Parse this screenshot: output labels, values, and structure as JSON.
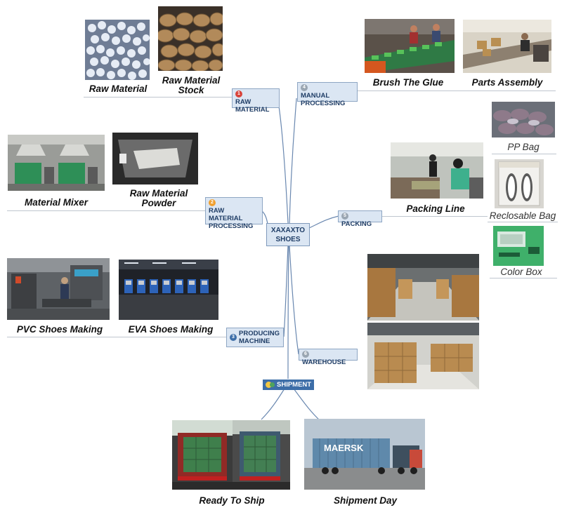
{
  "root": {
    "line1": "XAXAXTO",
    "line2": "SHOES"
  },
  "branches": {
    "raw_material": {
      "num": "1",
      "line1": "RAW",
      "line2": "MATERIAL",
      "color": "#d9443b"
    },
    "manual_processing": {
      "num": "4",
      "line1": "MANUAL",
      "line2": "PROCESSING",
      "color": "#9aa6b2"
    },
    "raw_material_processing": {
      "num": "2",
      "line1": "RAW",
      "line2": "MATERIAL",
      "line3": "PROCESSING",
      "color": "#f0a030"
    },
    "packing": {
      "num": "5",
      "label": "PACKING",
      "color": "#9aa6b2"
    },
    "producing_machine": {
      "num": "3",
      "line1": "PRODUCING",
      "line2": "MACHINE",
      "color": "#3d6ea8"
    },
    "warehouse": {
      "num": "6",
      "label": "WAREHOUSE",
      "color": "#9aa6b2"
    },
    "shipment": {
      "label": "SHIPMENT"
    }
  },
  "captions": {
    "raw_material": "Raw Material",
    "raw_material_stock_1": "Raw Material",
    "raw_material_stock_2": "Stock",
    "brush_the_glue": "Brush The Glue",
    "parts_assembly": "Parts Assembly",
    "material_mixer": "Material Mixer",
    "raw_material_powder_1": "Raw Material",
    "raw_material_powder_2": "Powder",
    "packing_line": "Packing Line",
    "pp_bag": "PP Bag",
    "reclosable_bag": "Reclosable Bag",
    "color_box": "Color Box",
    "pvc_shoes_making": "PVC Shoes Making",
    "eva_shoes_making": "EVA Shoes Making",
    "ready_to_ship": "Ready To Ship",
    "shipment_day": "Shipment Day"
  },
  "photo_text": {
    "maersk": "MAERSK"
  },
  "colors": {
    "node_fill": "#dbe6f3",
    "node_border": "#8ea6c3",
    "node_text": "#1f3d66",
    "connector": "#5f7fa8",
    "shipment_fill": "#3d6ea8"
  }
}
